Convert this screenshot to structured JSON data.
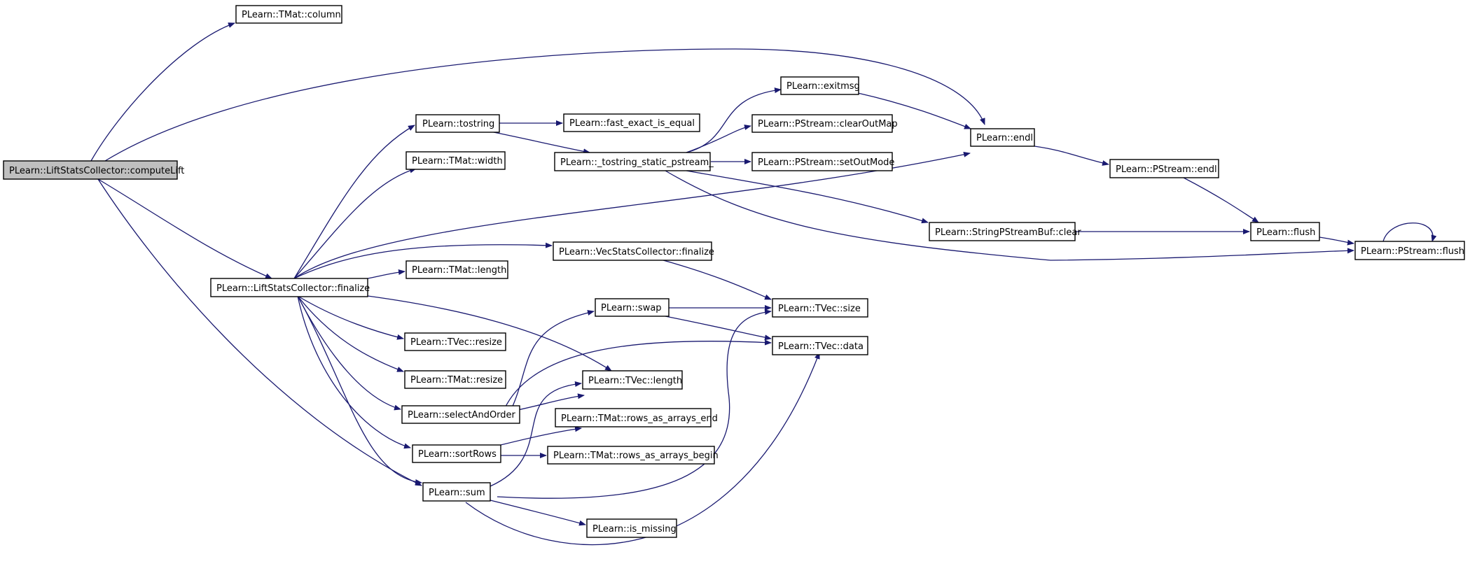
{
  "colors": {
    "edge": "#191970",
    "node_fill": "#ffffff",
    "root_fill": "#bfbfbf",
    "node_border": "#000000"
  },
  "nodes": {
    "computeLift": "PLearn::LiftStatsCollector::computeLift",
    "column": "PLearn::TMat::column",
    "endl": "PLearn::endl",
    "lsc_finalize": "PLearn::LiftStatsCollector::finalize",
    "tostring": "PLearn::tostring",
    "tmat_width": "PLearn::TMat::width",
    "tmat_length": "PLearn::TMat::length",
    "tvec_resize": "PLearn::TVec::resize",
    "tmat_resize": "PLearn::TMat::resize",
    "selectAndOrder": "PLearn::selectAndOrder",
    "sortRows": "PLearn::sortRows",
    "sum": "PLearn::sum",
    "fast_exact_is_equal": "PLearn::fast_exact_is_equal",
    "tostring_static": "PLearn::_tostring_static_pstream_",
    "vsc_finalize": "PLearn::VecStatsCollector::finalize",
    "swap": "PLearn::swap",
    "tvec_length": "PLearn::TVec::length",
    "rows_end": "PLearn::TMat::rows_as_arrays_end",
    "rows_begin": "PLearn::TMat::rows_as_arrays_begin",
    "is_missing": "PLearn::is_missing",
    "exitmsg": "PLearn::exitmsg",
    "clearOutMap": "PLearn::PStream::clearOutMap",
    "setOutMode": "PLearn::PStream::setOutMode",
    "tvec_size": "PLearn::TVec::size",
    "tvec_data": "PLearn::TVec::data",
    "pstream_endl": "PLearn::PStream::endl",
    "spsb_clear": "PLearn::StringPStreamBuf::clear",
    "flush": "PLearn::flush",
    "pstream_flush": "PLearn::PStream::flush"
  }
}
